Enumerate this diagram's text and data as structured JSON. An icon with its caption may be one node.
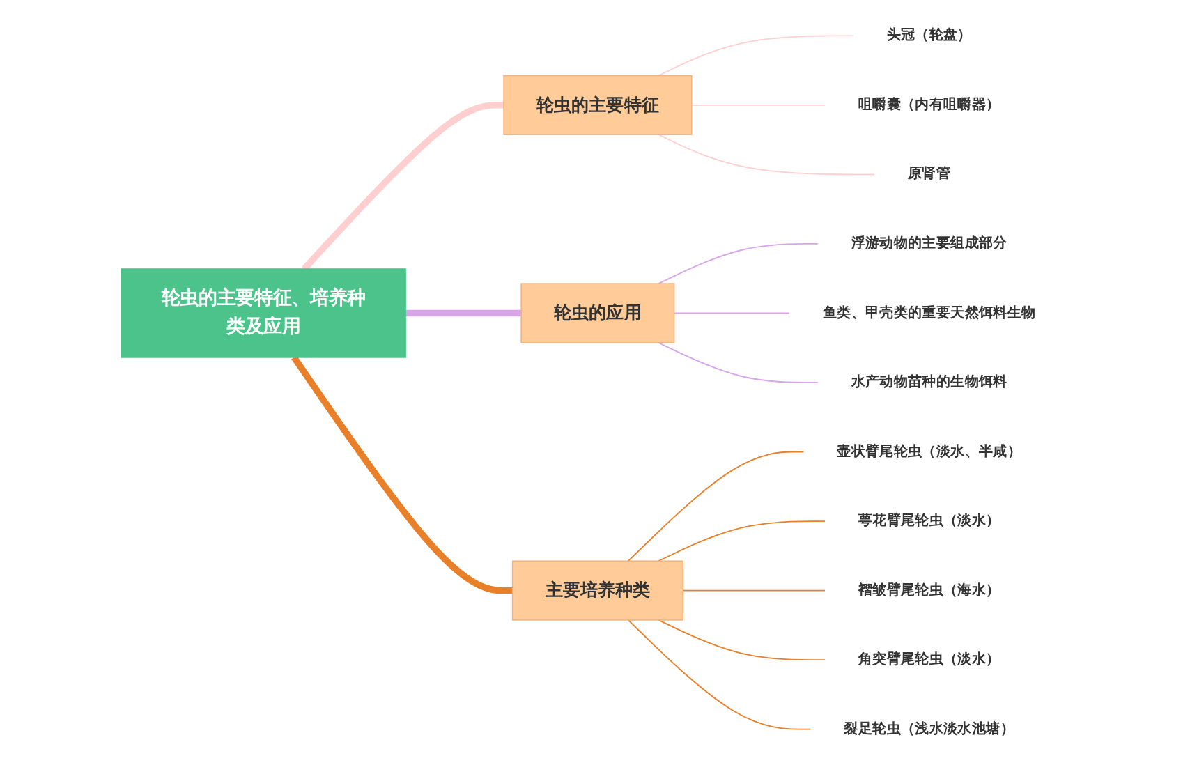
{
  "diagram": {
    "nodes": [
      {
        "text": [
          "轮虫的主要特征、培养种类及应用"
        ]
      },
      {
        "text": [
          "轮虫的主要特征"
        ]
      },
      {
        "text": [
          "头冠（轮盘）"
        ]
      },
      {
        "text": [
          "咀嚼囊（内有咀嚼器）"
        ]
      },
      {
        "text": [
          "原肾管"
        ]
      },
      {
        "text": [
          "轮虫的应用"
        ]
      },
      {
        "text": [
          "浮游动物的主要组成部分"
        ]
      },
      {
        "text": [
          "鱼类、甲壳类的重要天然饵料生物"
        ]
      },
      {
        "text": [
          "水产动物苗种的生物饵料"
        ]
      },
      {
        "text": [
          "主要培养种类"
        ]
      },
      {
        "text": [
          "壶状臂尾轮虫（淡水、半咸）"
        ]
      },
      {
        "text": [
          "萼花臂尾轮虫（淡水）"
        ]
      },
      {
        "text": [
          "褶皱臂尾轮虫（海水）"
        ]
      },
      {
        "text": [
          "角突臂尾轮虫（淡水）"
        ]
      },
      {
        "text": [
          "裂足轮虫（浅水淡水池塘）"
        ]
      }
    ],
    "edges": [
      {
        "from": 0,
        "to": 1,
        "arrow": "none",
        "style": "thick",
        "color": "#ffcfcf"
      },
      {
        "from": 0,
        "to": 5,
        "arrow": "none",
        "style": "thick",
        "color": "#d6a6e8"
      },
      {
        "from": 0,
        "to": 9,
        "arrow": "none",
        "style": "thick",
        "color": "#e8802a"
      },
      {
        "from": 1,
        "to": 2,
        "arrow": "none",
        "color": "#ffcfcf"
      },
      {
        "from": 1,
        "to": 3,
        "arrow": "none",
        "color": "#ffcfcf"
      },
      {
        "from": 1,
        "to": 4,
        "arrow": "none",
        "color": "#ffcfcf"
      },
      {
        "from": 5,
        "to": 6,
        "arrow": "none",
        "color": "#d6a6e8"
      },
      {
        "from": 5,
        "to": 7,
        "arrow": "none",
        "color": "#d6a6e8"
      },
      {
        "from": 5,
        "to": 8,
        "arrow": "none",
        "color": "#d6a6e8"
      },
      {
        "from": 9,
        "to": 10,
        "arrow": "none",
        "color": "#e8802a"
      },
      {
        "from": 9,
        "to": 11,
        "arrow": "none",
        "color": "#e8802a"
      },
      {
        "from": 9,
        "to": 12,
        "arrow": "none",
        "color": "#e8802a"
      },
      {
        "from": 9,
        "to": 13,
        "arrow": "none",
        "color": "#e8802a"
      },
      {
        "from": 9,
        "to": 14,
        "arrow": "none",
        "color": "#e8802a"
      }
    ]
  }
}
